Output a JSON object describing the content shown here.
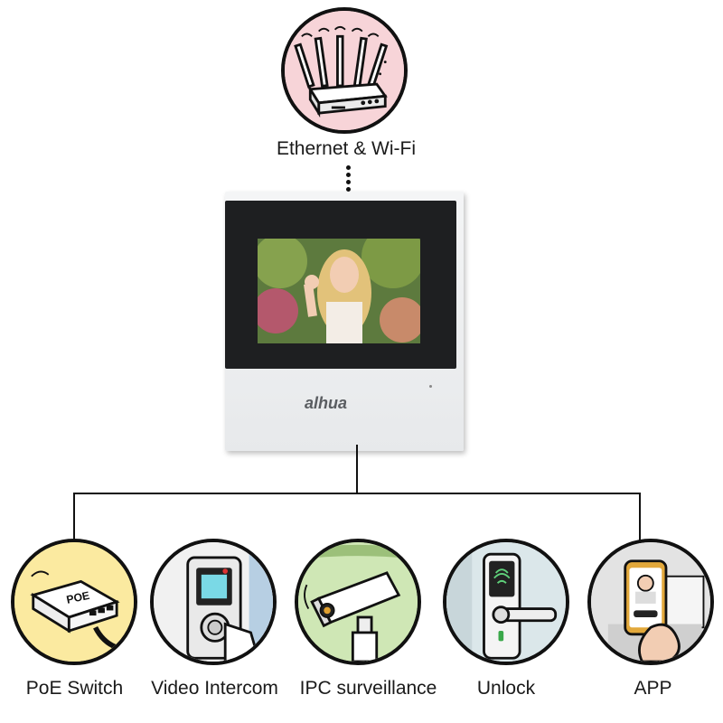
{
  "top": {
    "label": "Ethernet & Wi-Fi",
    "icon": "wifi-router-icon"
  },
  "device": {
    "brand": "alhua",
    "screen_image": "smiling-woman-waving-photo"
  },
  "features": [
    {
      "label": "PoE Switch",
      "icon": "poe-switch-icon",
      "badge": "POE"
    },
    {
      "label": "Video Intercom",
      "icon": "video-intercom-icon"
    },
    {
      "label": "IPC surveillance",
      "icon": "security-camera-icon"
    },
    {
      "label": "Unlock",
      "icon": "smart-lock-icon"
    },
    {
      "label": "APP",
      "icon": "smartphone-app-icon"
    }
  ],
  "colors": {
    "router_bg": "#f7d4d8",
    "poe_bg": "#fbeaa0",
    "intercom_bg": "#f1f1f1",
    "ipc_bg": "#cfe7b5",
    "unlock_bg": "#dbe7ea",
    "app_bg": "#e3e3e3"
  }
}
